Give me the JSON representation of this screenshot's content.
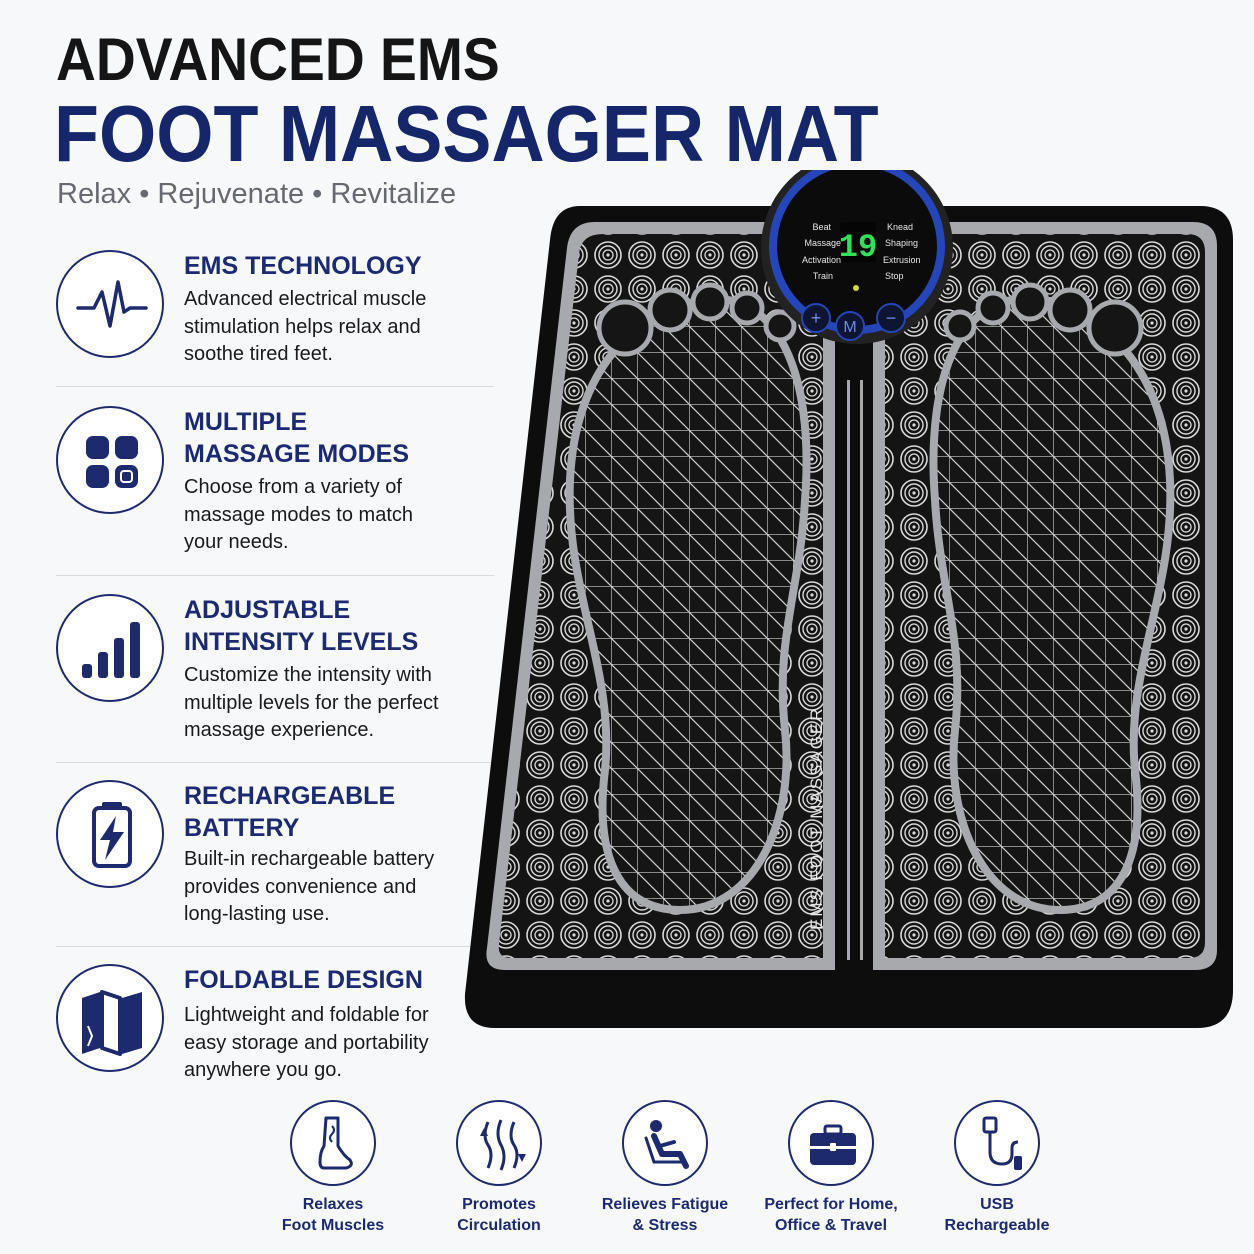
{
  "header": {
    "line1": "ADVANCED EMS",
    "line2": "FOOT MASSAGER MAT",
    "tagline": "Relax • Rejuvenate • Revitalize"
  },
  "features": [
    {
      "icon": "pulse-icon",
      "title": [
        "EMS TECHNOLOGY"
      ],
      "desc": [
        "Advanced electrical muscle",
        "stimulation helps relax and",
        "soothe tired feet."
      ]
    },
    {
      "icon": "modes-grid-icon",
      "title": [
        "MULTIPLE",
        "MASSAGE MODES"
      ],
      "desc": [
        "Choose from a variety of",
        "massage modes to match",
        "your needs."
      ]
    },
    {
      "icon": "signal-bars-icon",
      "title": [
        "ADJUSTABLE",
        "INTENSITY LEVELS"
      ],
      "desc": [
        "Customize the intensity with",
        "multiple levels for the perfect",
        "massage experience."
      ]
    },
    {
      "icon": "battery-bolt-icon",
      "title": [
        "RECHARGEABLE",
        "BATTERY"
      ],
      "desc": [
        "Built-in rechargeable battery",
        "provides convenience and",
        "long-lasting use."
      ]
    },
    {
      "icon": "folded-map-icon",
      "title": [
        "FOLDABLE DESIGN"
      ],
      "desc": [
        "Lightweight and foldable for",
        "easy storage and portability",
        "anywhere you go."
      ]
    }
  ],
  "benefits": [
    {
      "icon": "foot-icon",
      "label": [
        "Relaxes",
        "Foot Muscles"
      ]
    },
    {
      "icon": "circulation-icon",
      "label": [
        "Promotes",
        "Circulation"
      ]
    },
    {
      "icon": "reclining-person-icon",
      "label": [
        "Relieves Fatigue",
        "& Stress"
      ]
    },
    {
      "icon": "briefcase-icon",
      "label": [
        "Perfect for Home,",
        "Office & Travel"
      ]
    },
    {
      "icon": "usb-cable-icon",
      "label": [
        "USB",
        "Rechargeable"
      ]
    }
  ],
  "product": {
    "mat_label": "EMS FOOT MASSAGER",
    "display_value": "19",
    "modes_left": [
      "Beat",
      "Massage",
      "Activation",
      "Train"
    ],
    "modes_right": [
      "Knead",
      "Shaping",
      "Extrusion",
      "Stop"
    ],
    "buttons": [
      "+",
      "M",
      "−"
    ]
  },
  "colors": {
    "navy": "#1b2a72",
    "heading_black": "#151515",
    "tagline_gray": "#666a70",
    "mat_black": "#121212",
    "mat_silver": "#a7a9ad",
    "display_green": "#2fe05a",
    "ring_blue": "#2546b8"
  }
}
